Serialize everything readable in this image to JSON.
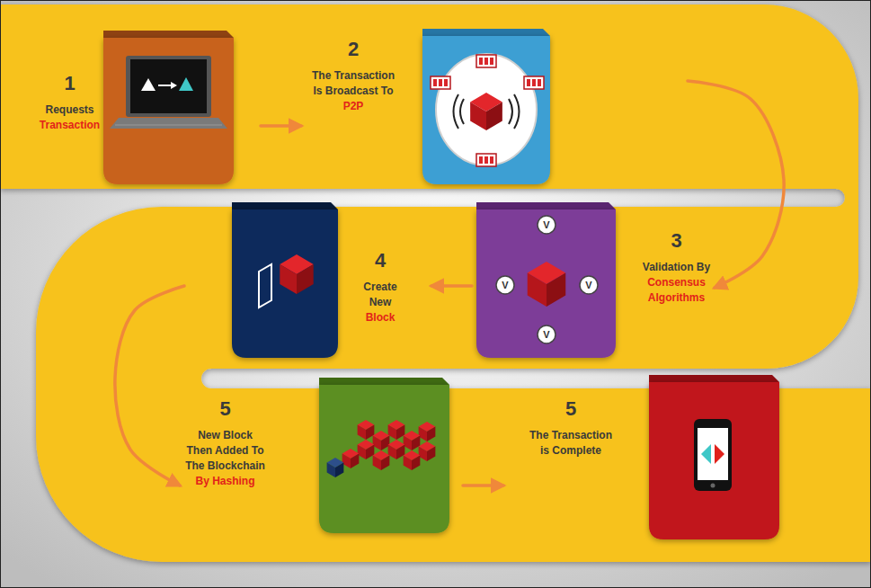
{
  "diagram": {
    "nodes": [
      {
        "text": [
          "1",
          "Requests",
          "Transaction"
        ]
      },
      {
        "text": [
          "2",
          "The Transaction Is Broadcast To",
          "P2P"
        ]
      },
      {
        "text": [
          "3",
          "Validation By",
          "Consensus Algorithms"
        ]
      },
      {
        "text": [
          "4",
          "Create New",
          "Block"
        ]
      },
      {
        "text": [
          "5",
          "New Block Then Added To The Blockchain",
          "By Hashing"
        ]
      },
      {
        "text": [
          "5",
          "The Transaction is Complete"
        ]
      }
    ],
    "edges": [
      {
        "from": 0,
        "to": 1,
        "arrow": "to"
      },
      {
        "from": 1,
        "to": 2,
        "arrow": "to"
      },
      {
        "from": 2,
        "to": 3,
        "arrow": "to"
      },
      {
        "from": 3,
        "to": 4,
        "arrow": "to"
      },
      {
        "from": 4,
        "to": 5,
        "arrow": "to"
      }
    ],
    "labels": [
      "V",
      "V",
      "V",
      "V"
    ]
  }
}
